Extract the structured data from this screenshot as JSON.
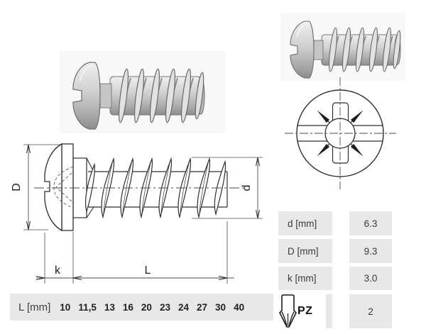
{
  "document": {
    "kind": "screw-datasheet"
  },
  "colors": {
    "cell_background": "#e8e8e8",
    "text": "#3a3a3a",
    "drawing_line": "#2e2e2e",
    "metal_light": "#f0f0f0",
    "metal_dark": "#8d8d8d"
  },
  "photos": {
    "large": {
      "name": "screw-photo-large"
    },
    "small": {
      "name": "screw-photo-small"
    }
  },
  "side_view": {
    "dim_D": "D",
    "dim_d": "d",
    "dim_k": "k",
    "dim_L": "L"
  },
  "spec_table": {
    "rows": [
      {
        "label": "d [mm]",
        "value": "6.3"
      },
      {
        "label": "D [mm]",
        "value": "9.3"
      },
      {
        "label": "k [mm]",
        "value": "3.0"
      },
      {
        "label": "PZ",
        "value": "2"
      }
    ]
  },
  "length_row": {
    "label": "L [mm]",
    "values": [
      "10",
      "11,5",
      "13",
      "16",
      "20",
      "23",
      "24",
      "27",
      "30",
      "40"
    ]
  }
}
